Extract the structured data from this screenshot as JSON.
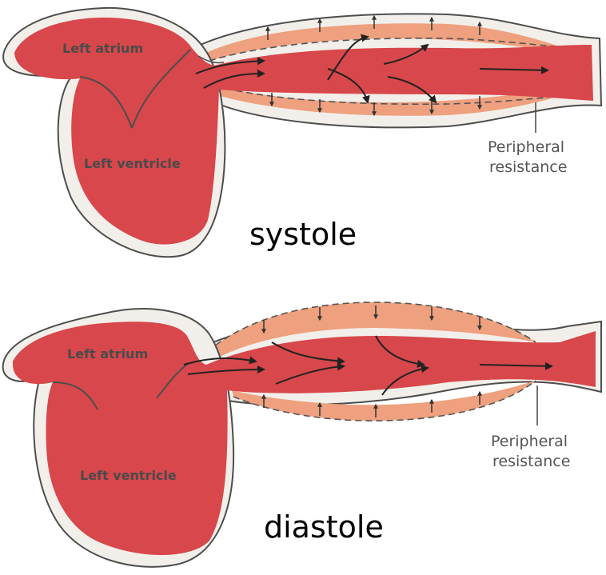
{
  "colors": {
    "blood": "#d8474b",
    "wall": "#f2efea",
    "outline": "#4d4d4d",
    "stretch": "#eea07f"
  },
  "systole": {
    "title": "systole",
    "left_atrium": "Left atrium",
    "left_ventricle": "Left ventricle",
    "peripheral_line1": "Peripheral",
    "peripheral_line2": "resistance"
  },
  "diastole": {
    "title": "diastole",
    "left_atrium": "Left atrium",
    "left_ventricle": "Left ventricle",
    "peripheral_line1": "Peripheral",
    "peripheral_line2": "resistance"
  }
}
